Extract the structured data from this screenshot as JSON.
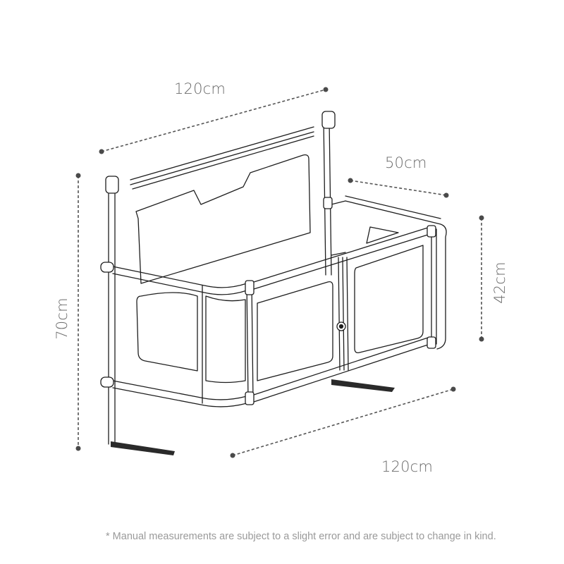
{
  "diagram": {
    "subject": "bed rail / cot side rail dimension drawing",
    "line_color": "#1e1e1e",
    "dimension_color": "#555555",
    "text_color": "#6b6b6b"
  },
  "dimensions": {
    "top_length": "120cm",
    "depth": "50cm",
    "side_height": "42cm",
    "total_height": "70cm",
    "bottom_length": "120cm"
  },
  "footnote": "* Manual measurements are subject to a slight error and are subject to change in kind."
}
